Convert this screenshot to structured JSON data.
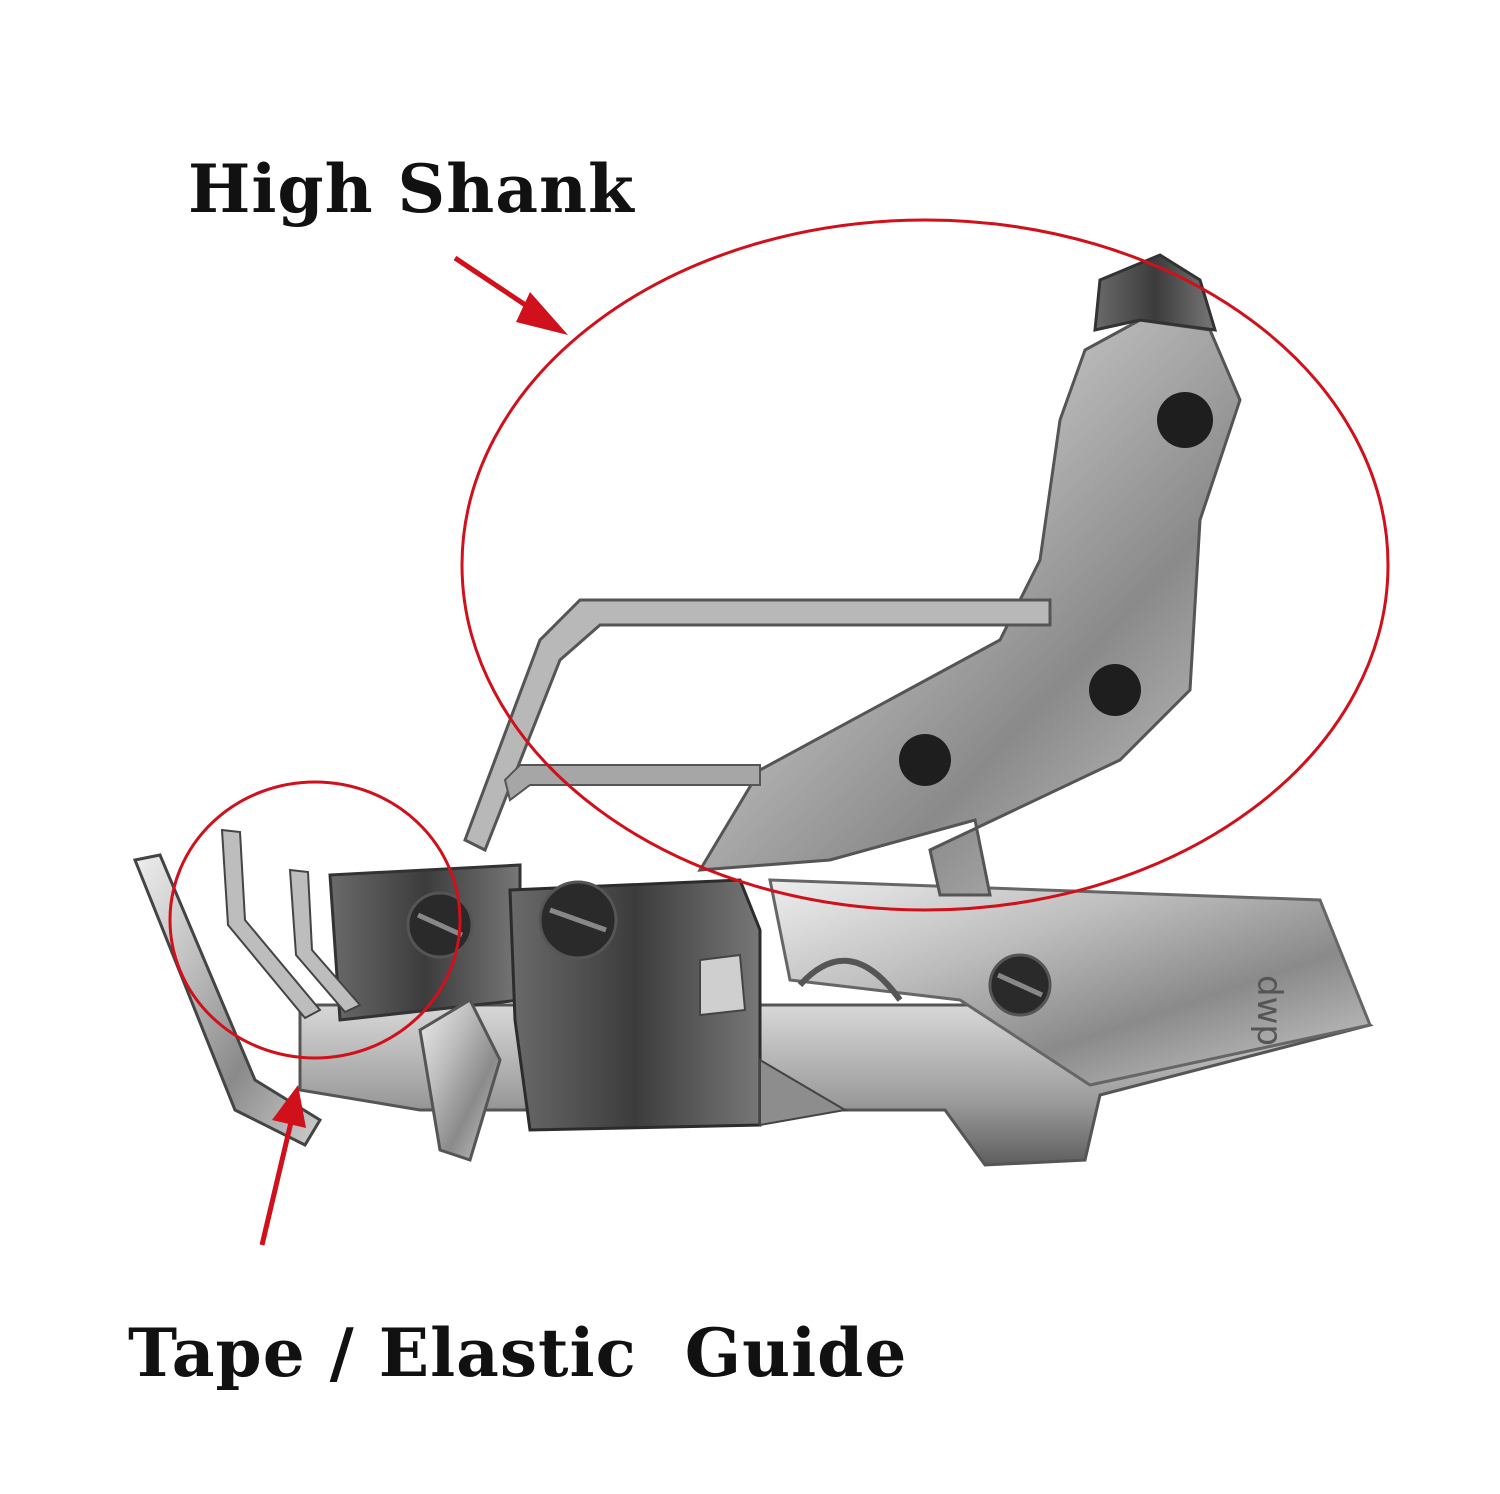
{
  "labels": {
    "top": "High Shank",
    "bottom": "Tape / Elastic  Guide"
  },
  "stamp": {
    "mark": "dwp"
  },
  "colors": {
    "annotation": "#d0101a",
    "text": "#111111",
    "metal_light": "#d9d9d9",
    "metal_mid": "#a8a8a8",
    "metal_dark": "#4a4a4a",
    "screw": "#1e1e1e",
    "background": "#ffffff"
  }
}
